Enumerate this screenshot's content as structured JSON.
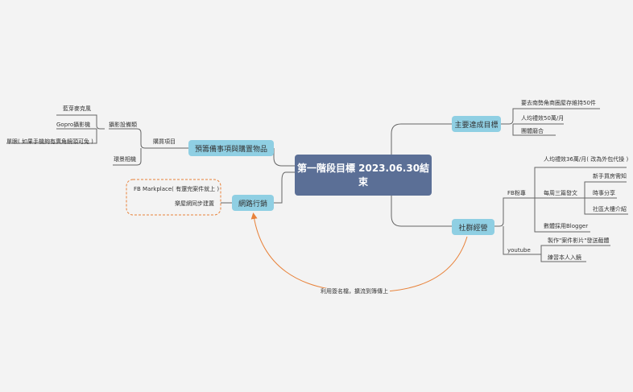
{
  "central": "第一階段目標 2023.06.30結束",
  "branches": {
    "prep": {
      "label": "預籌備事項與購置物品",
      "sub": "購買項目",
      "equipment": "攝影設備類",
      "items": [
        "藍芽麥克風",
        "Gopro攝影機",
        "單眼( 如果手機夠有廣角鏡頭可免 )"
      ],
      "other": "環景相機"
    },
    "marketing": {
      "label": "網路行銷",
      "items": [
        "FB Markplace( 有還完案件就上 )",
        "樂屋網同步建置"
      ]
    },
    "goals": {
      "label": "主要達成目標",
      "items": [
        "要去南勢角商圈屋存維持50件",
        "人均禮效50萬/月",
        "團體磨合"
      ]
    },
    "community": {
      "label": "社群經營",
      "fb": "FB粉專",
      "fb_items": [
        "人均禮效36萬/月( 改為外包代操 )",
        "每周三篇發文",
        "數體採用Blogger"
      ],
      "weekly_items": [
        "新手買房需知",
        "時事分享",
        "社區大樓介紹"
      ],
      "youtube": "youtube",
      "youtube_items": [
        "製作\"案件影片\"發送截體",
        "練習本人入鏡"
      ]
    }
  },
  "relation": "利用簽名檔，擴流到簿傳上",
  "colors": {
    "central": "#5b6f96",
    "branch": "#8fcfe3",
    "line": "#666666",
    "relation": "#e8823a",
    "background": "#f3f3f3"
  }
}
